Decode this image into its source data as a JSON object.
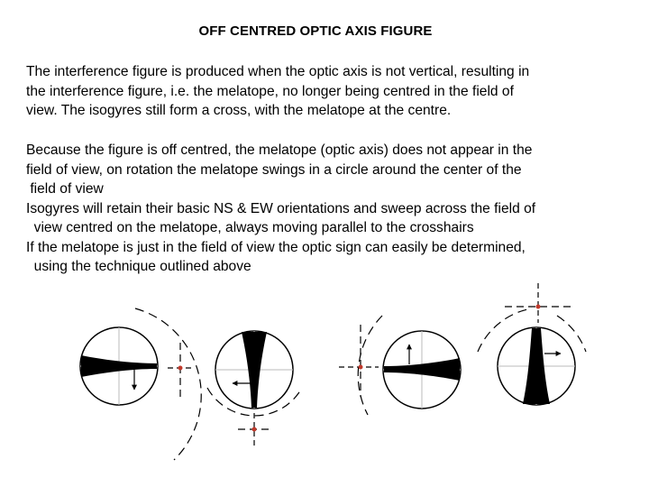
{
  "title": "OFF CENTRED OPTIC AXIS FIGURE",
  "paragraph1": [
    "The interference figure is produced when the optic axis is not vertical, resulting in",
    "the interference figure, i.e. the melatope, no longer being centred in the field of",
    "view. The isogyres still form a cross, with the melatope at the centre."
  ],
  "paragraph2": [
    "Because the figure is off centred, the melatope (optic axis) does not appear in the",
    "field of view, on rotation the melatope swings in a circle around the center of the",
    " field of view",
    "Isogyres will retain their basic NS & EW orientations and sweep across the field of",
    "  view centred on the melatope, always moving parallel to the crosshairs",
    "If the melatope is just in the field of view the optic sign can easily be determined,",
    "  using the technique outlined above"
  ],
  "colors": {
    "melatope": "#c0392b",
    "isogyre": "#000000",
    "crosshair": "#aaaaaa"
  },
  "figure_panels": [
    {
      "isogyre": "EW",
      "melatope_position": "right",
      "arrow_direction": "down"
    },
    {
      "isogyre": "NS",
      "melatope_position": "below",
      "arrow_direction": "left"
    },
    {
      "isogyre": "EW",
      "melatope_position": "left",
      "arrow_direction": "up"
    },
    {
      "isogyre": "NS",
      "melatope_position": "above",
      "arrow_direction": "right"
    }
  ]
}
